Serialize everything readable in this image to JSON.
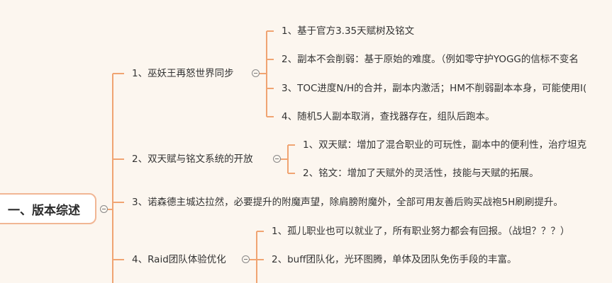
{
  "root": {
    "label": "一、版本综述"
  },
  "branches": [
    {
      "label": "1、巫妖王再怒世界同步",
      "children": [
        "1、基于官方3.35天赋树及铭文",
        "2、副本不会削弱：基于原始的难度。（例如零守护YOGG的信标不变名",
        "3、TOC进度N/H的合并，副本内激活；HM不削弱副本本身，可能使用I(",
        "4、随机5人副本取消，查找器存在，组队后跑本。"
      ]
    },
    {
      "label": "2、双天赋与铭文系统的开放",
      "children": [
        "1、双天赋：增加了混合职业的可玩性，副本中的便利性，治疗坦克",
        "2、铭文：增加了天赋外的灵活性，技能与天赋的拓展。"
      ]
    },
    {
      "label": "3、诺森德主城达拉然，必要提升的附魔声望，除肩膀附魔外，全部可用友善后购买战袍5H刷刷提升。",
      "children": []
    },
    {
      "label": "4、Raid团队体验优化",
      "children": [
        "1、孤儿职业也可以就业了，所有职业努力都会有回报。（战坦？？？）",
        "2、buff团队化，光环图腾，单体及团队免伤手段的丰富。"
      ]
    }
  ]
}
